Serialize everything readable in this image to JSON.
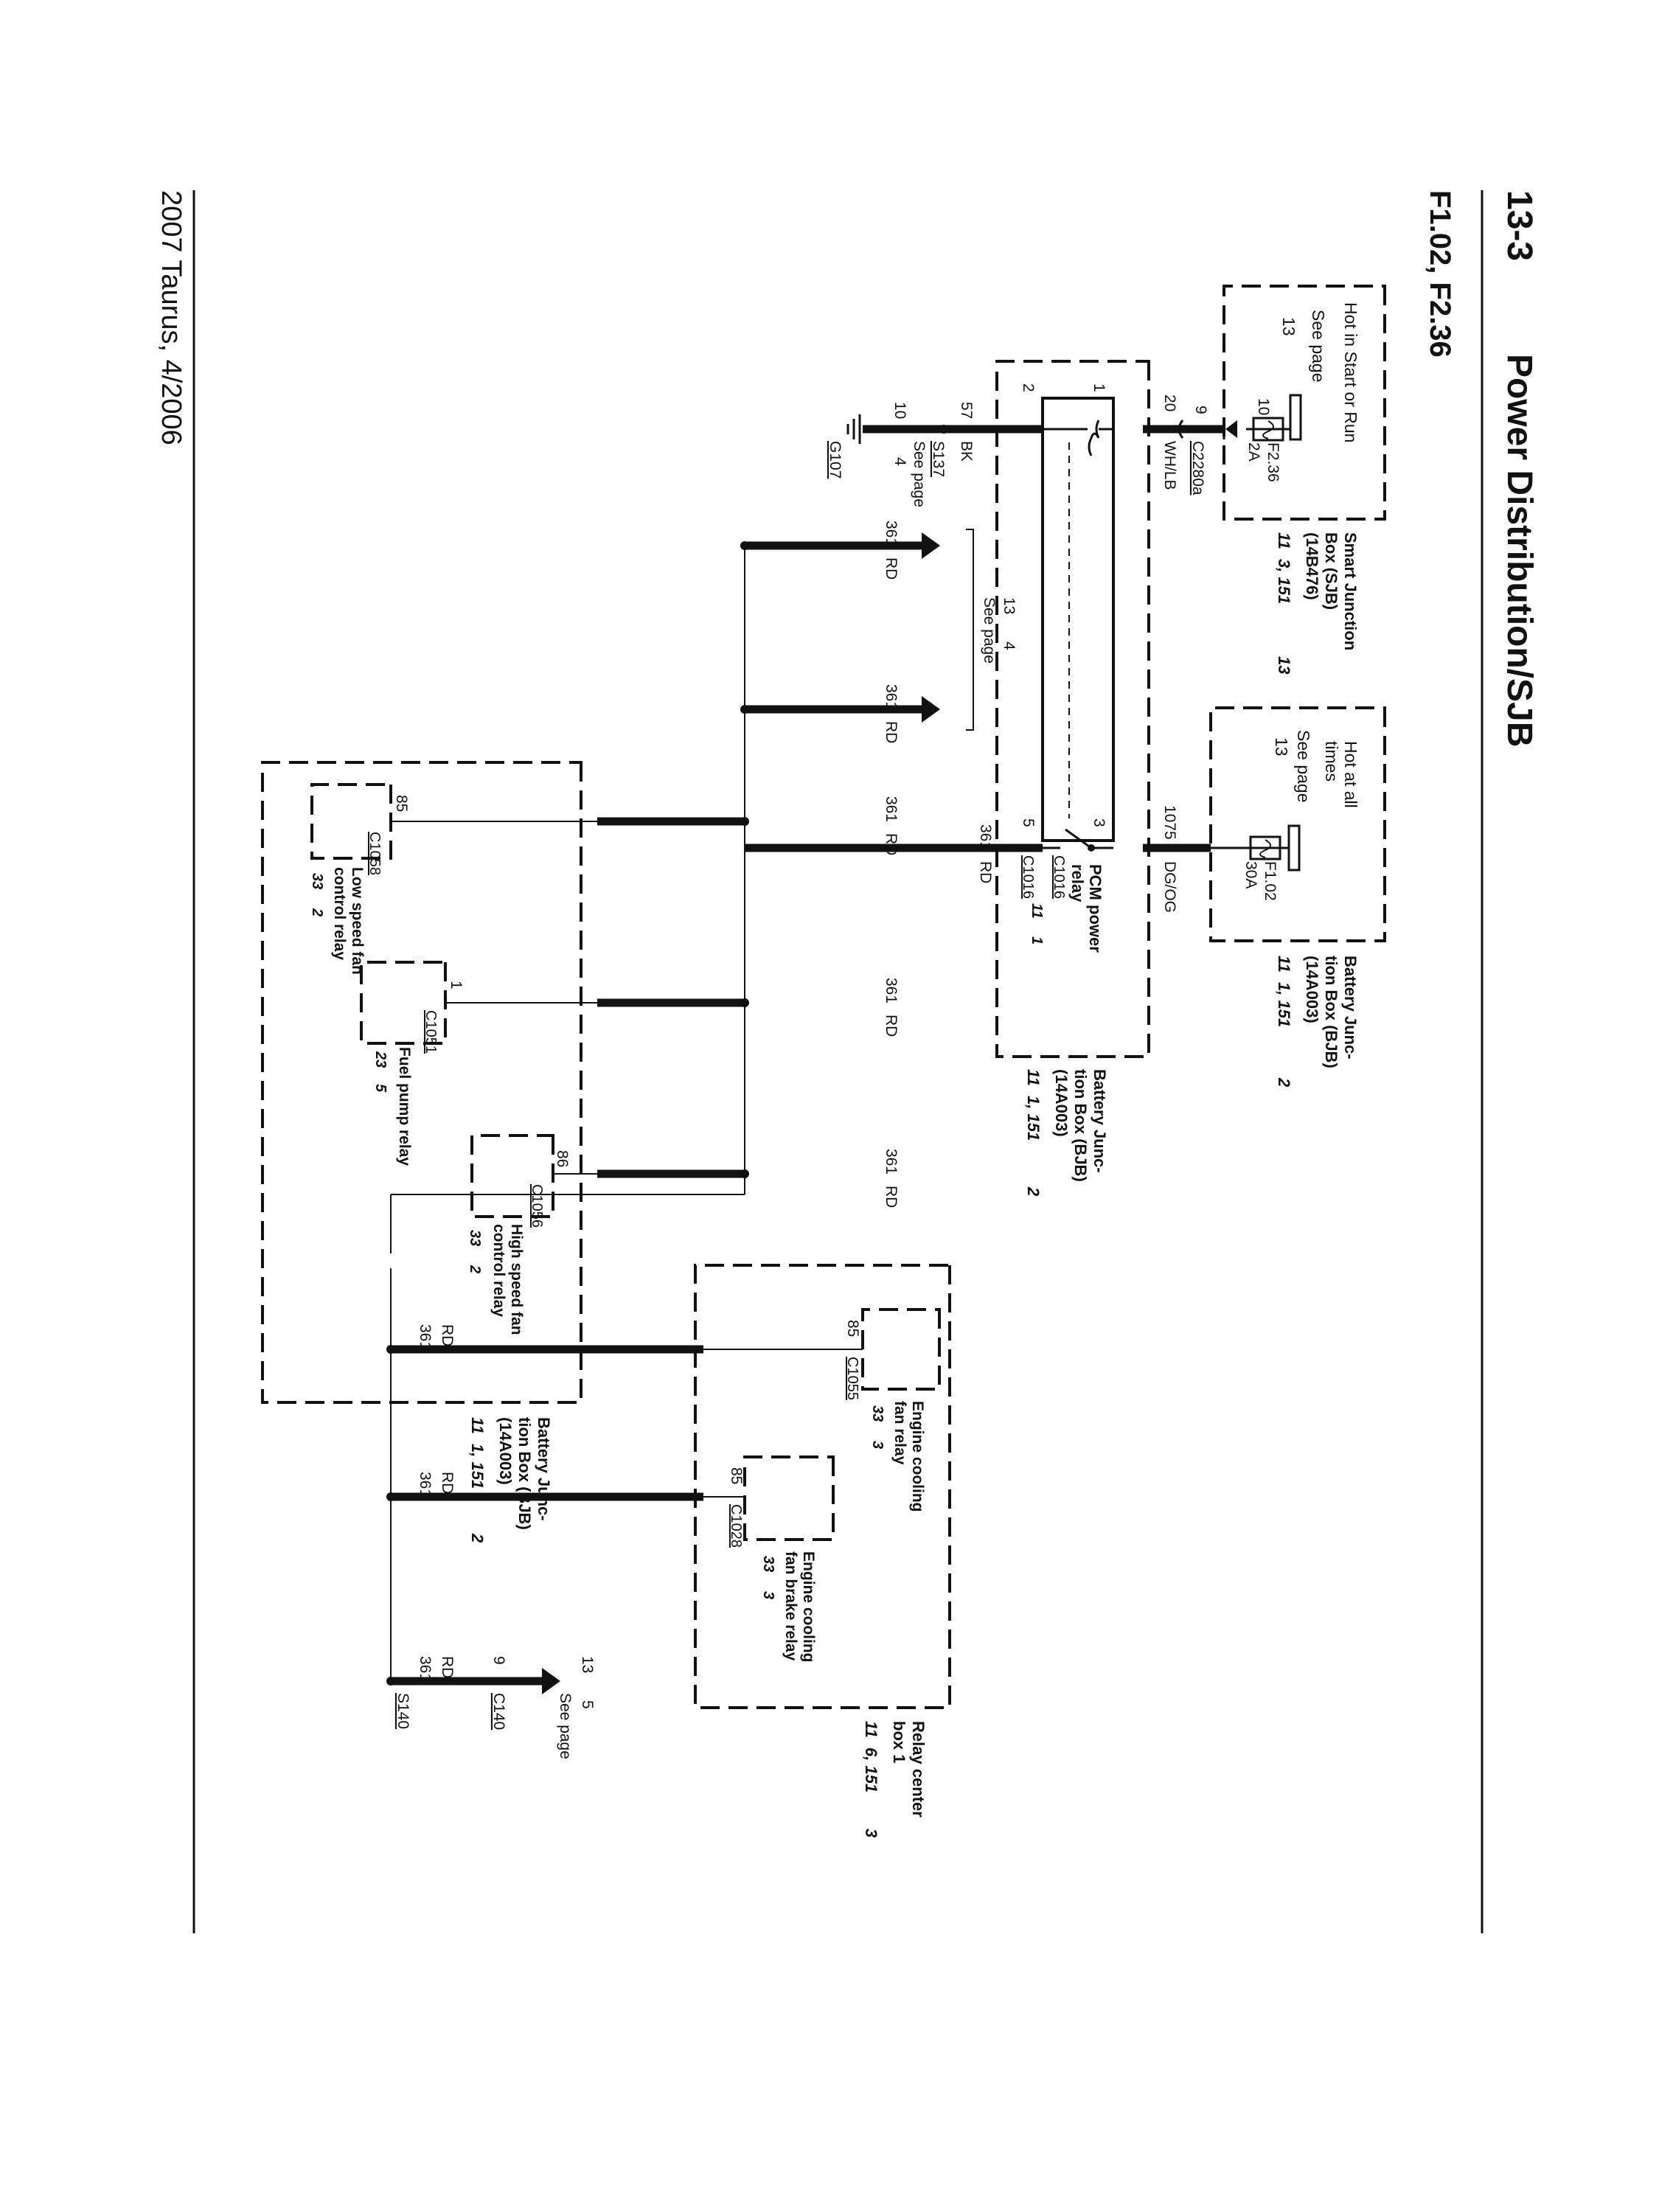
{
  "header": {
    "page_number": "13-3",
    "title": "Power Distribution/SJB",
    "fuse_ref": "F1.02, F2.36",
    "footer": "2007 Taurus, 4/2006"
  },
  "sjb": {
    "hot_label_line1": "Hot in Start or Run",
    "see_page_label": "See page",
    "see_page_num": "13",
    "fuse_name": "F2.36",
    "fuse_rating": "2A",
    "pin_top": "10",
    "name_line1": "Smart Junction",
    "name_line2": "Box (SJB)",
    "name_line3": "(14B476)",
    "ref_a": "11",
    "ref_b": "3, 151",
    "ref_c": "13"
  },
  "bjb_top": {
    "hot_line1": "Hot at all",
    "hot_line2": "times",
    "see_page_label": "See page",
    "see_page_num": "13",
    "fuse_name": "F1.02",
    "fuse_rating": "30A",
    "pin_top": "2",
    "name_line1": "Battery Junc-",
    "name_line2": "tion Box (BJB)",
    "name_line3": "(14A003)",
    "ref_a": "11",
    "ref_b": "1, 151",
    "ref_c": "2"
  },
  "wires": {
    "w1_circuit": "9",
    "w1_connector": "C2280a",
    "w2_circuit": "20",
    "w2_color": "WH/LB",
    "w3_circuit": "1075",
    "w3_color": "DG/OG",
    "ground_circuit": "57",
    "ground_color": "BK",
    "splice_s137": "S137",
    "s137_see_page": "See page",
    "s137_see_page_nums": "4",
    "ground_see_num": "10",
    "ground_id": "G107",
    "rd_circuit": "361",
    "rd_color": "RD"
  },
  "pcm_relay": {
    "pin1": "1",
    "pin2": "2",
    "pin3": "3",
    "pin5": "5",
    "conn_top": "C1016",
    "conn_bottom": "C1016",
    "name_line1": "PCM power",
    "name_line2": "relay",
    "ref_a": "11",
    "ref_b": "1"
  },
  "bjb_mid": {
    "name_line1": "Battery Junc-",
    "name_line2": "tion Box (BJB)",
    "name_line3": "(14A003)",
    "ref_a": "11",
    "ref_b": "1, 151",
    "ref_c": "2"
  },
  "see_page_group": {
    "label": "See page",
    "num_a": "13",
    "num_b": "4"
  },
  "bjb_bottom": {
    "name_line1": "Battery Junc-",
    "name_line2": "tion Box (BJB)",
    "name_line3": "(14A003)",
    "ref_a": "11",
    "ref_b": "1, 151",
    "ref_c": "2"
  },
  "relays": {
    "low_speed": {
      "pin": "85",
      "conn": "C1058",
      "name_line1": "Low speed fan",
      "name_line2": "control relay",
      "ref_a": "33",
      "ref_b": "2"
    },
    "fuel_pump": {
      "pin": "1",
      "conn": "C1051",
      "name_line1": "Fuel pump relay",
      "ref_a": "23",
      "ref_b": "5"
    },
    "high_speed": {
      "pin": "86",
      "conn": "C1056",
      "name_line1": "High speed fan",
      "name_line2": "control relay",
      "ref_a": "33",
      "ref_b": "2"
    },
    "ecf": {
      "pin": "85",
      "conn": "C1055",
      "name_line1": "Engine cooling",
      "name_line2": "fan relay",
      "ref_a": "33",
      "ref_b": "3"
    },
    "ecf_brake": {
      "pin": "85",
      "conn": "C1028",
      "name_line1": "Engine cooling",
      "name_line2": "fan brake relay",
      "ref_a": "33",
      "ref_b": "3"
    }
  },
  "relay_center": {
    "name_line1": "Relay center",
    "name_line2": "box 1",
    "ref_a": "11",
    "ref_b": "6, 151",
    "ref_c": "3"
  },
  "s140": {
    "splice": "S140",
    "circuit": "9",
    "connector": "C140",
    "see_page_label": "See page",
    "num_a": "13",
    "num_b": "5"
  },
  "colors": {
    "ink": "#111111",
    "paper": "#ffffff"
  }
}
